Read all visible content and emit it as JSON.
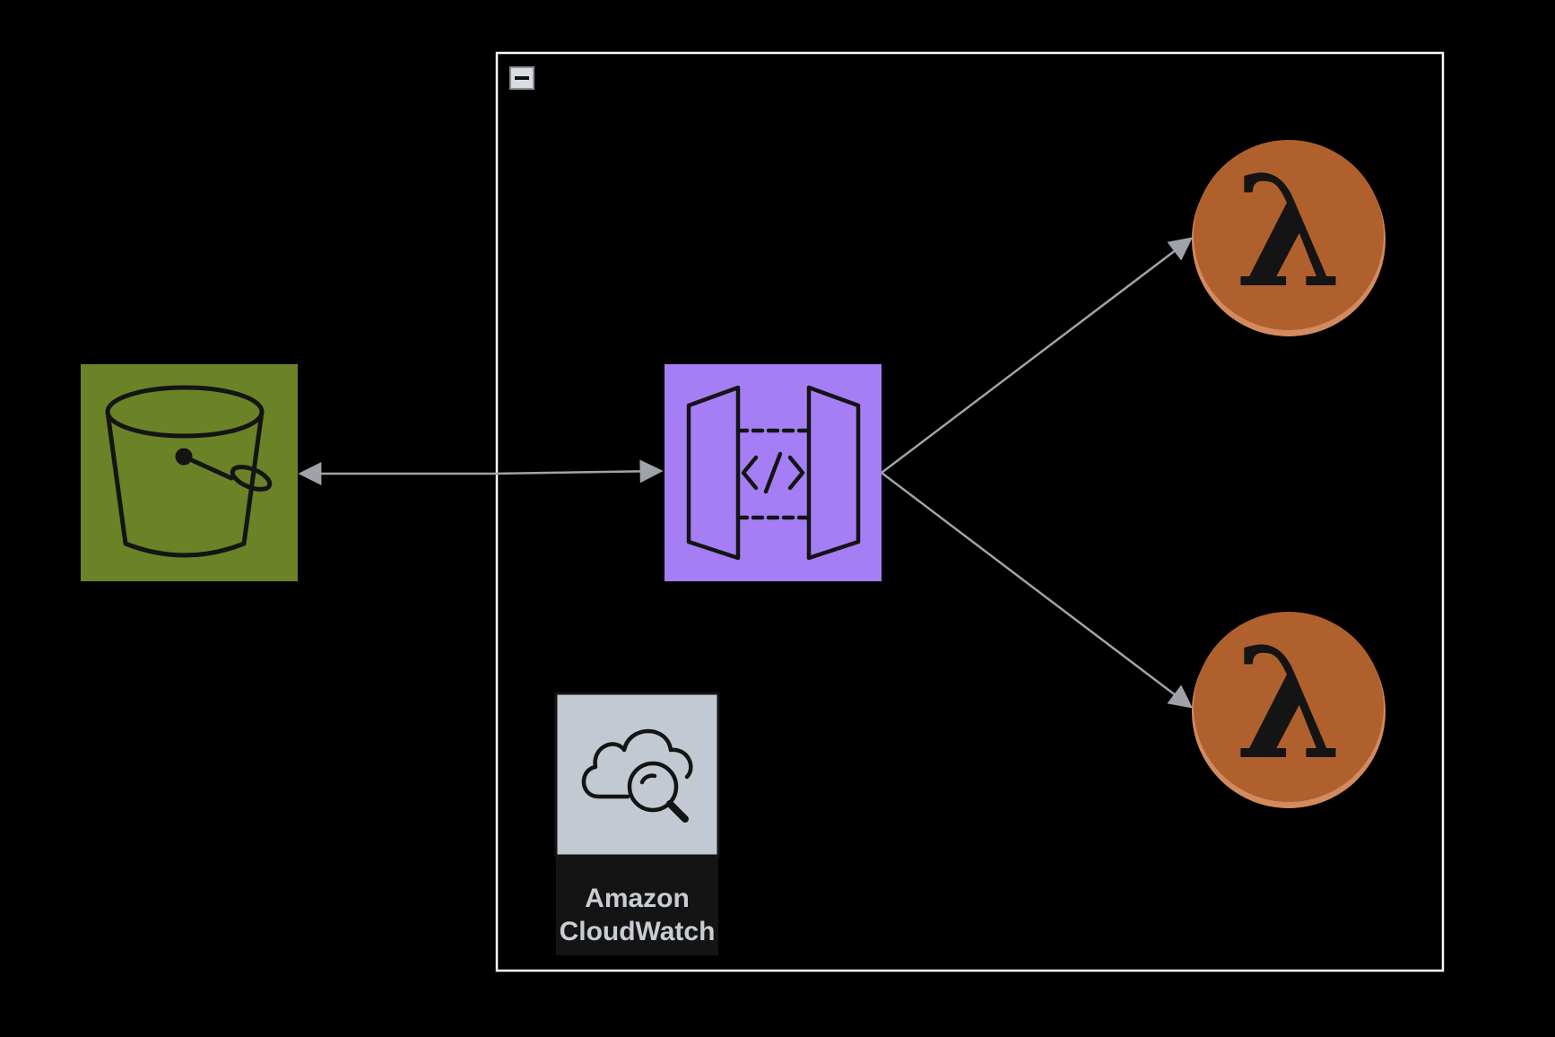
{
  "colors": {
    "background": "#000000",
    "container_border": "#ffffff",
    "s3": "#6b8227",
    "api_gateway": "#a57ef5",
    "lambda": "#b0602d",
    "lambda_edge": "#d28a5f",
    "cloudwatch": "#c3c9d3",
    "edge": "#9ea3aa",
    "icon_stroke": "#141414"
  },
  "icons": {
    "s3": "s3-bucket-icon",
    "api_gateway": "api-gateway-icon",
    "lambda_top": "lambda-icon",
    "lambda_bottom": "lambda-icon",
    "cloudwatch": "cloudwatch-icon",
    "collapse": "minus-icon"
  },
  "nodes": {
    "lambda_symbol": "λ",
    "cloudwatch_label_line1": "Amazon",
    "cloudwatch_label_line2": "CloudWatch"
  }
}
